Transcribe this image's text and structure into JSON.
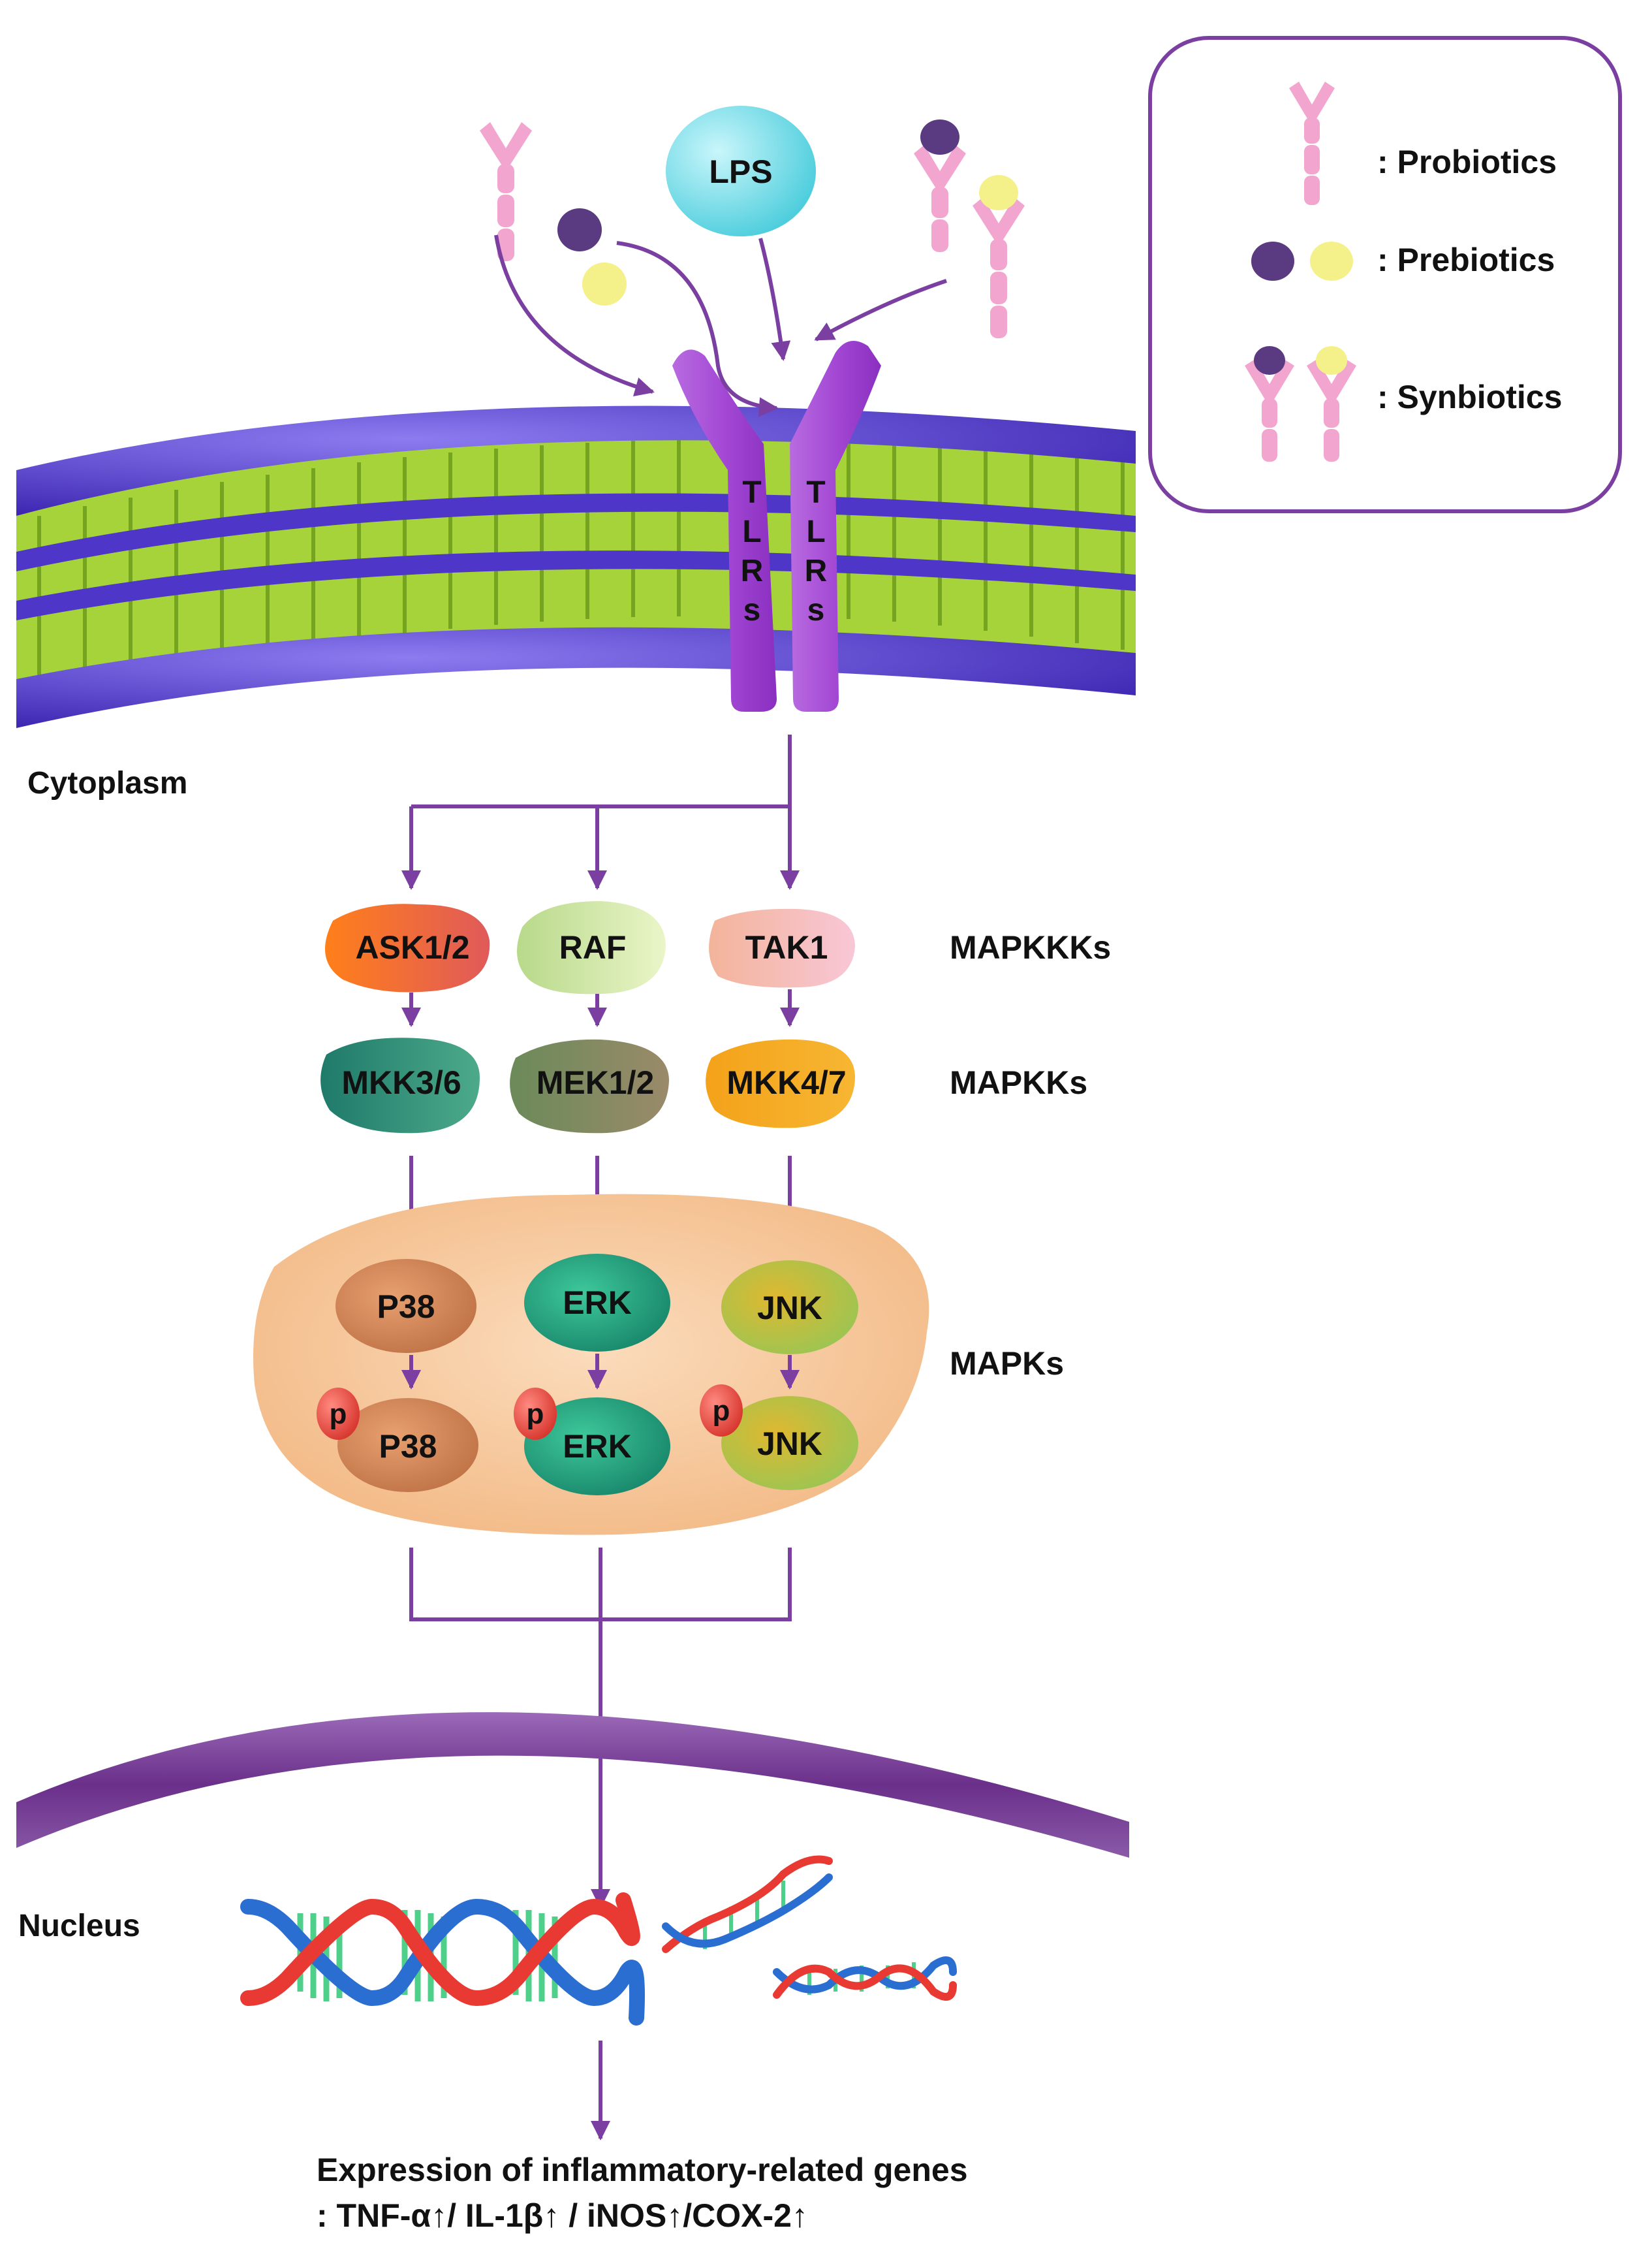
{
  "legend": {
    "probiotics": ": Probiotics",
    "prebiotics": ": Prebiotics",
    "synbiotics": ": Synbiotics"
  },
  "ligands": {
    "lps": "LPS"
  },
  "receptor": {
    "left_letters": [
      "T",
      "L",
      "R",
      "s"
    ],
    "right_letters": [
      "T",
      "L",
      "R",
      "s"
    ]
  },
  "compartments": {
    "cytoplasm": "Cytoplasm",
    "nucleus": "Nucleus"
  },
  "tiers": {
    "mapkkks": "MAPKKKs",
    "mapkks": "MAPKKs",
    "mapks": "MAPKs"
  },
  "kinases": {
    "mapkkk": [
      "ASK1/2",
      "RAF",
      "TAK1"
    ],
    "mapkk": [
      "MKK3/6",
      "MEK1/2",
      "MKK4/7"
    ],
    "mapk": [
      "P38",
      "ERK",
      "JNK"
    ],
    "phospho": [
      "P38",
      "ERK",
      "JNK"
    ],
    "phospho_badge": "p"
  },
  "output": {
    "line1": "Expression of inflammatory-related genes",
    "line2": ": TNF-α↑/ IL-1β↑ / iNOS↑/COX-2↑"
  },
  "colors": {
    "arrow": "#7a3fa0",
    "membrane_head": "#4d36c8",
    "membrane_tail": "#a6d33a",
    "receptor": "#a553d1",
    "probiotic": "#f2a6cf",
    "prebiotic_dark": "#5a3a80",
    "prebiotic_light": "#f4f18a",
    "lps": "#48d2de",
    "cytoplasm_blob": "#f6c79c",
    "nucleus_membrane": "#6a3a8c",
    "phospho": "#e8453c",
    "dna_red": "#e83a32",
    "dna_blue": "#2a6ed1",
    "dna_rungs": "#4fd08a"
  }
}
